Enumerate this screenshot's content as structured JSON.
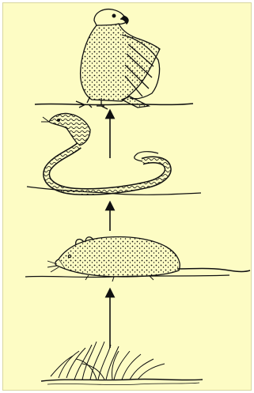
{
  "diagram": {
    "type": "food-chain",
    "organisms": [
      {
        "role": "consumer-top",
        "icon": "eagle-icon"
      },
      {
        "role": "consumer-secondary",
        "icon": "snake-icon"
      },
      {
        "role": "consumer-primary",
        "icon": "rat-icon"
      },
      {
        "role": "producer",
        "icon": "grass-icon"
      }
    ],
    "arrows": [
      "grass-to-rat",
      "rat-to-snake",
      "snake-to-eagle"
    ],
    "colors": {
      "background": "#fdfcc4",
      "ink": "#111111"
    }
  }
}
